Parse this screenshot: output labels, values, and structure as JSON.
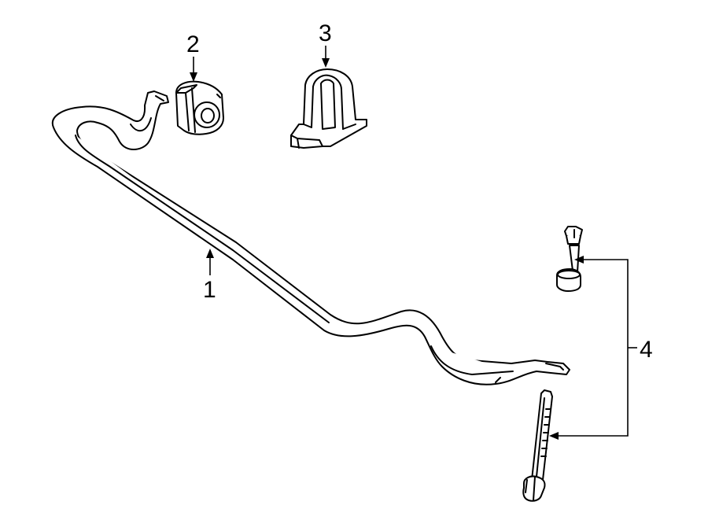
{
  "diagram": {
    "colors": {
      "line": "#000000",
      "background": "#ffffff"
    },
    "callouts": [
      {
        "id": "1",
        "label": "1"
      },
      {
        "id": "2",
        "label": "2"
      },
      {
        "id": "3",
        "label": "3"
      },
      {
        "id": "4",
        "label": "4"
      }
    ],
    "parts": [
      {
        "callout": "1",
        "icon": "stabilizer-bar"
      },
      {
        "callout": "2",
        "icon": "bar-bushing"
      },
      {
        "callout": "3",
        "icon": "bushing-bracket"
      },
      {
        "callout": "4",
        "icon": "stabilizer-link-parts"
      }
    ]
  }
}
